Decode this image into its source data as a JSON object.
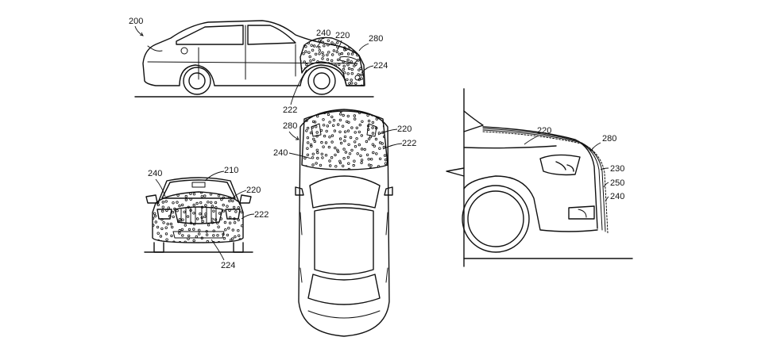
{
  "figure": {
    "side_view": {
      "labels": {
        "l200": "200",
        "l240": "240",
        "l220": "220",
        "l280": "280",
        "l224": "224",
        "l222": "222"
      }
    },
    "front_view": {
      "labels": {
        "l240": "240",
        "l210": "210",
        "l220": "220",
        "l222": "222",
        "l224": "224"
      }
    },
    "top_view": {
      "labels": {
        "l280": "280",
        "l220": "220",
        "l222": "222",
        "l240": "240"
      }
    },
    "detail_view": {
      "labels": {
        "l220": "220",
        "l280": "280",
        "l230": "230",
        "l250": "250",
        "l240": "240"
      }
    }
  }
}
